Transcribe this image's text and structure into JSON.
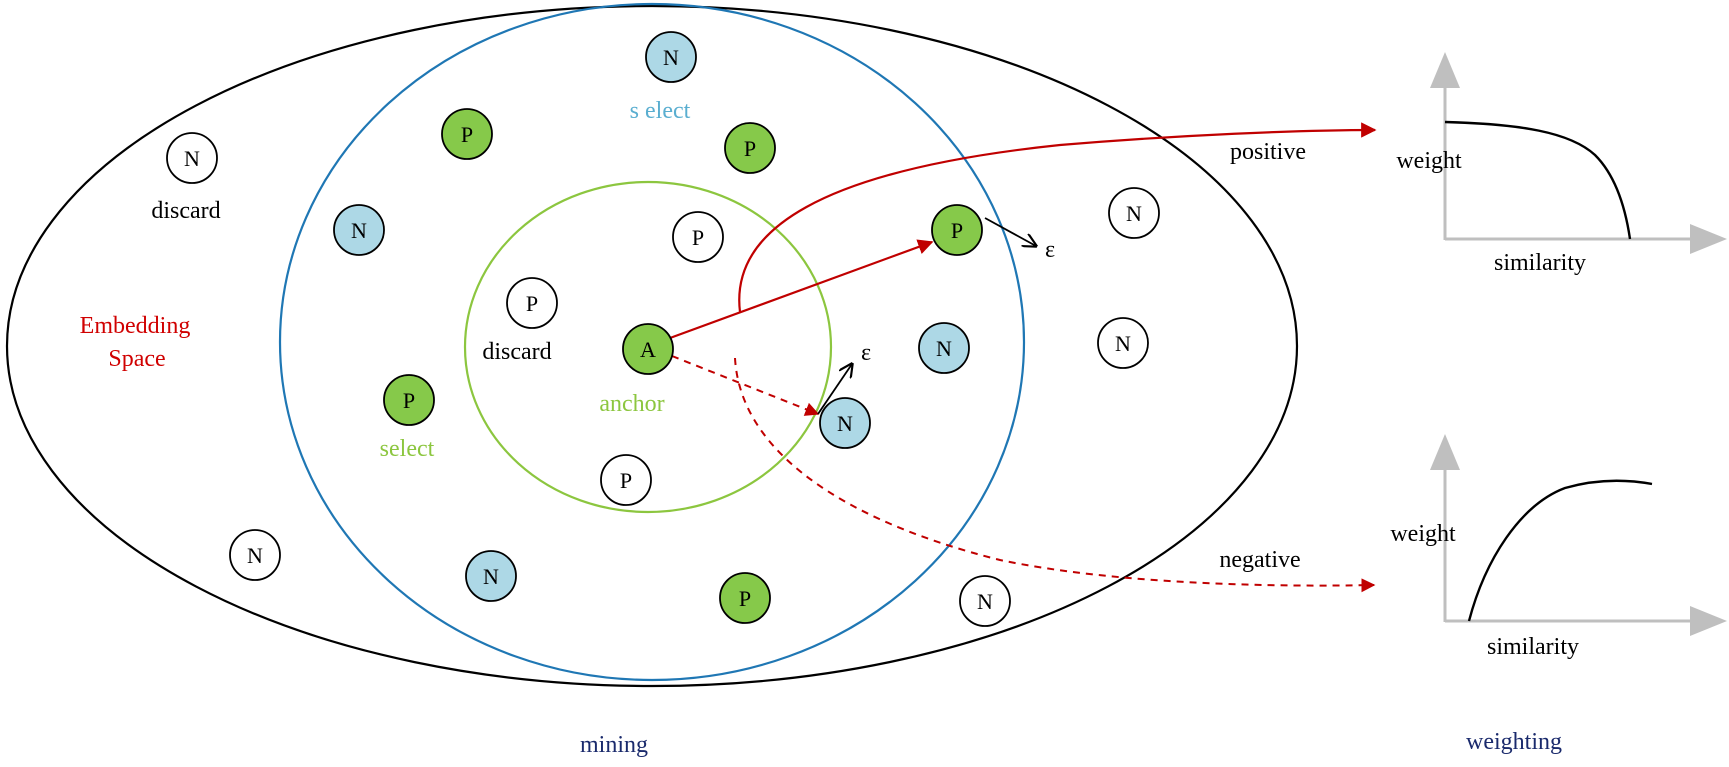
{
  "labels": {
    "embedding_space_line1": "Embedding",
    "embedding_space_line2": "Space",
    "discard_outer": "discard",
    "discard_inner": "discard",
    "select_top": "s elect",
    "select_left": "select",
    "anchor": "anchor",
    "positive": "positive",
    "negative": "negative",
    "epsilon": "ε",
    "mining": "mining",
    "weighting": "weighting"
  },
  "nodes": {
    "anchor_letter": "A",
    "positive_letter": "P",
    "negative_letter": "N"
  },
  "plots": {
    "top": {
      "ylabel": "weight",
      "xlabel": "similarity",
      "trend": "decreasing"
    },
    "bottom": {
      "ylabel": "weight",
      "xlabel": "similarity",
      "trend": "increasing"
    }
  },
  "colors": {
    "outer_ellipse": "#000000",
    "select_circle": "#1f77b4",
    "anchor_circle": "#8cc63f",
    "arrow": "#c00000",
    "positive_fill": "#86c94a",
    "negative_fill": "#add8e6",
    "discard_fill": "#ffffff",
    "embedding_text": "#d00000",
    "select_top_text": "#5aaed0",
    "green_text": "#8cc63f",
    "caption_text": "#1a2a6c",
    "axis": "#bfbfbf"
  }
}
